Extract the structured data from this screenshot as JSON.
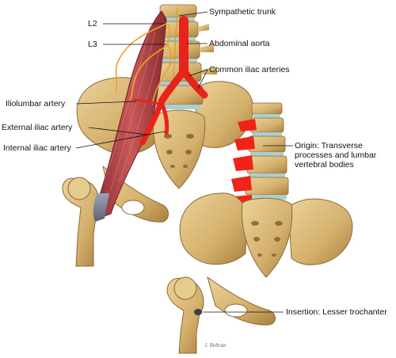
{
  "labels": {
    "l2": "L2",
    "l3": "L3",
    "sympathetic_trunk": "Sympathetic trunk",
    "abdominal_aorta": "Abdominal aorta",
    "common_iliac": "Common iliac arteries",
    "iliolumbar": "Iliolumbar artery",
    "external_iliac": "External iliac artery",
    "internal_iliac": "Internal iliac artery",
    "origin": "Origin: Transverse\nprocesses and lumbar\nvertebral bodies",
    "insertion": "Insertion: Lesser trochanter"
  },
  "signature": "J. Beltran",
  "colors": {
    "bone": "#d9b97a",
    "bone_shade": "#b38a45",
    "disc": "#a9cfd3",
    "muscle": "#b8474a",
    "artery": "#e8231c",
    "nerve": "#f0a02a",
    "origin_marker": "#f0231a"
  }
}
